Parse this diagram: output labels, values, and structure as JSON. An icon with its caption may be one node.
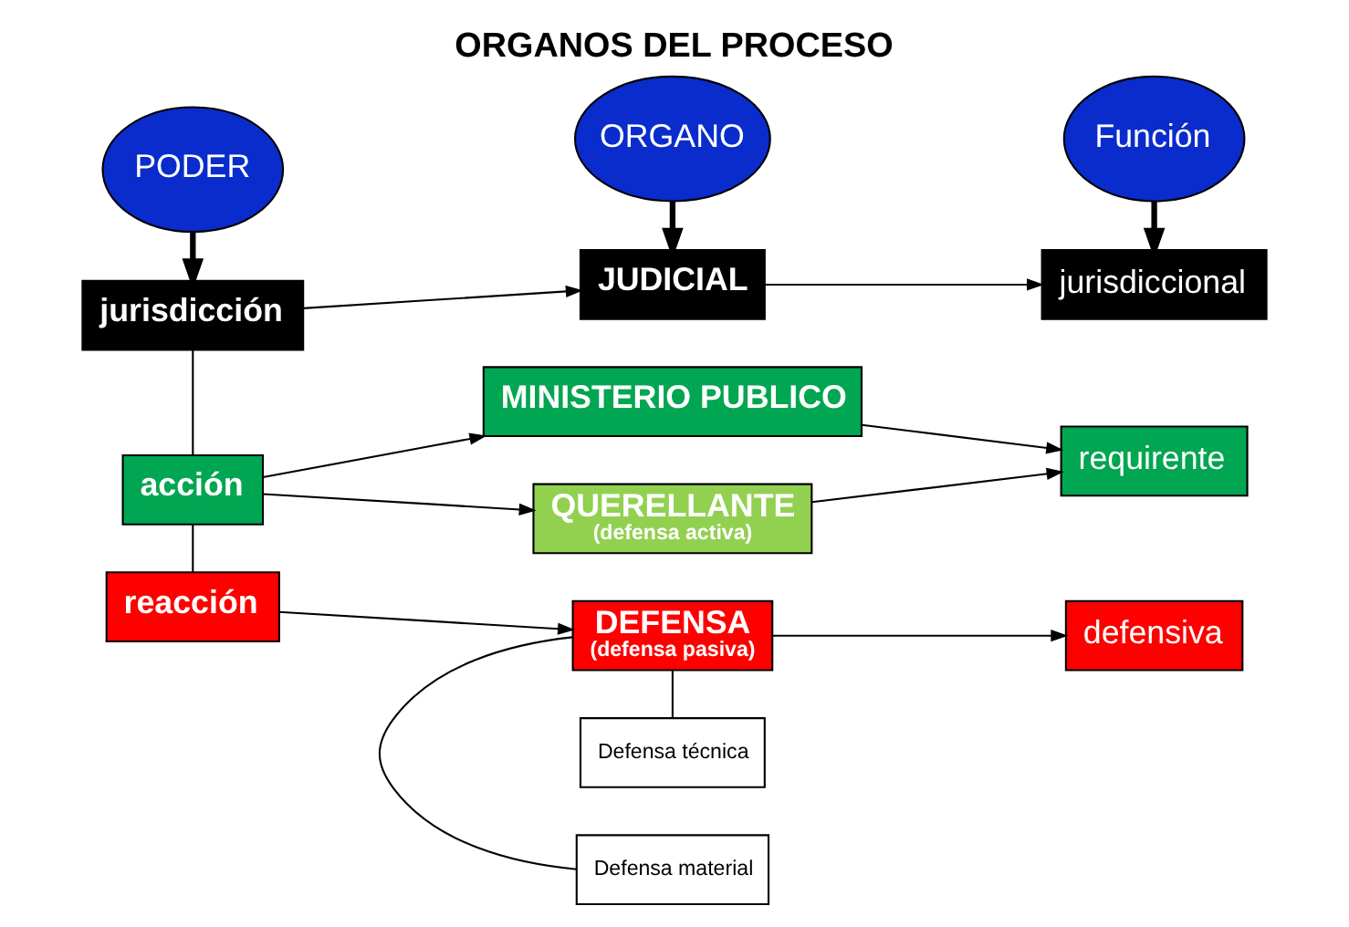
{
  "diagram": {
    "title": "ORGANOS DEL PROCESO",
    "nodes": [
      {
        "text": [
          "PODER"
        ]
      },
      {
        "text": [
          "ORGANO"
        ]
      },
      {
        "text": [
          "Función"
        ]
      },
      {
        "text": [
          "jurisdicción"
        ]
      },
      {
        "text": [
          "JUDICIAL"
        ]
      },
      {
        "text": [
          "jurisdiccional"
        ]
      },
      {
        "text": [
          "acción"
        ]
      },
      {
        "text": [
          "MINISTERIO PUBLICO"
        ]
      },
      {
        "text": [
          "QUERELLANTE",
          "(defensa activa)"
        ]
      },
      {
        "text": [
          "requirente"
        ]
      },
      {
        "text": [
          "reacción"
        ]
      },
      {
        "text": [
          "DEFENSA",
          "(defensa pasiva)"
        ]
      },
      {
        "text": [
          "defensiva"
        ]
      },
      {
        "text": [
          "Defensa material"
        ]
      },
      {
        "text": [
          "Defensa técnica"
        ]
      }
    ],
    "edges": [
      {
        "from": 0,
        "to": 3,
        "arrow": "to",
        "style": "thick"
      },
      {
        "from": 1,
        "to": 4,
        "arrow": "to",
        "style": "thick"
      },
      {
        "from": 2,
        "to": 5,
        "arrow": "to",
        "style": "thick"
      },
      {
        "from": 3,
        "to": 4,
        "arrow": "to"
      },
      {
        "from": 4,
        "to": 5,
        "arrow": "to"
      },
      {
        "from": 3,
        "to": 6,
        "arrow": "none"
      },
      {
        "from": 6,
        "to": 10,
        "arrow": "none"
      },
      {
        "from": 6,
        "to": 7,
        "arrow": "to"
      },
      {
        "from": 6,
        "to": 8,
        "arrow": "to"
      },
      {
        "from": 7,
        "to": 9,
        "arrow": "to"
      },
      {
        "from": 8,
        "to": 9,
        "arrow": "to"
      },
      {
        "from": 10,
        "to": 11,
        "arrow": "to"
      },
      {
        "from": 11,
        "to": 12,
        "arrow": "to"
      },
      {
        "from": 11,
        "to": 13,
        "arrow": "none"
      },
      {
        "from": 11,
        "to": 14,
        "arrow": "none"
      }
    ]
  }
}
